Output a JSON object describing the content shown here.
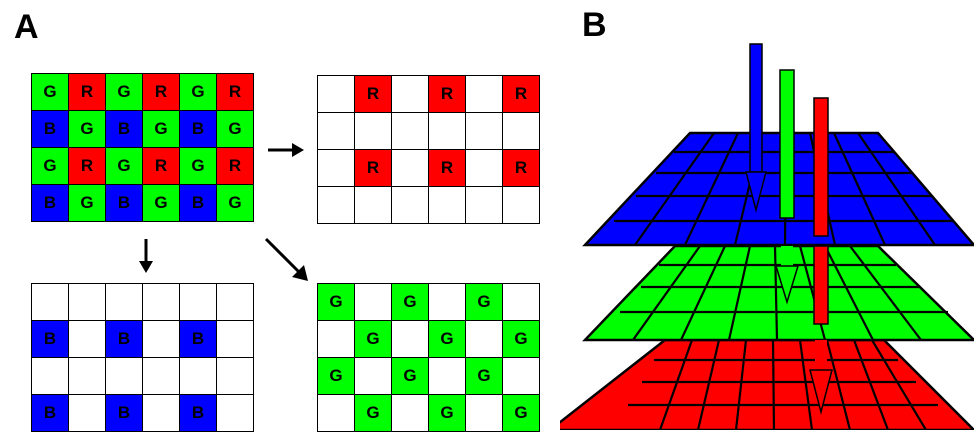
{
  "panel_labels": {
    "a": "A",
    "b": "B"
  },
  "colors": {
    "R": "#ff0000",
    "G": "#00ff00",
    "B": "#0000ff",
    "empty": "#ffffff"
  },
  "mosaic": [
    [
      "G",
      "R",
      "G",
      "R",
      "G",
      "R"
    ],
    [
      "B",
      "G",
      "B",
      "G",
      "B",
      "G"
    ],
    [
      "G",
      "R",
      "G",
      "R",
      "G",
      "R"
    ],
    [
      "B",
      "G",
      "B",
      "G",
      "B",
      "G"
    ]
  ],
  "red_channel": [
    [
      "",
      "R",
      "",
      "R",
      "",
      "R"
    ],
    [
      "",
      "",
      "",
      "",
      "",
      ""
    ],
    [
      "",
      "R",
      "",
      "R",
      "",
      "R"
    ],
    [
      "",
      "",
      "",
      "",
      "",
      ""
    ]
  ],
  "blue_channel": [
    [
      "",
      "",
      "",
      "",
      "",
      ""
    ],
    [
      "B",
      "",
      "B",
      "",
      "B",
      ""
    ],
    [
      "",
      "",
      "",
      "",
      "",
      ""
    ],
    [
      "B",
      "",
      "B",
      "",
      "B",
      ""
    ]
  ],
  "green_channel": [
    [
      "G",
      "",
      "G",
      "",
      "G",
      ""
    ],
    [
      "",
      "G",
      "",
      "G",
      "",
      "G"
    ],
    [
      "G",
      "",
      "G",
      "",
      "G",
      ""
    ],
    [
      "",
      "G",
      "",
      "G",
      "",
      "G"
    ]
  ],
  "layers": [
    "blue",
    "green",
    "red"
  ]
}
